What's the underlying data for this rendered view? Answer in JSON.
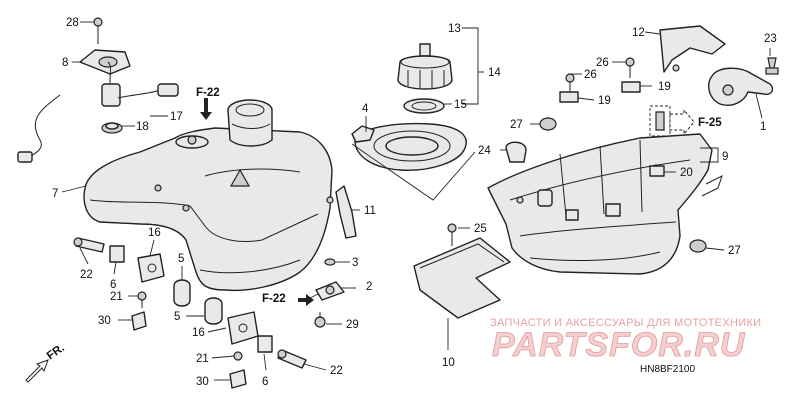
{
  "callouts": {
    "c28": "28",
    "c8": "8",
    "c18": "18",
    "c17": "17",
    "c7": "7",
    "c13": "13",
    "c14": "14",
    "c15": "15",
    "c4": "4",
    "c11": "11",
    "c12": "12",
    "c23": "23",
    "c26a": "26",
    "c26b": "26",
    "c19a": "19",
    "c19b": "19",
    "c1": "1",
    "c27a": "27",
    "c9": "9",
    "c24": "24",
    "c20": "20",
    "c25": "25",
    "c27b": "27",
    "c10": "10",
    "c22a": "22",
    "c6a": "6",
    "c16a": "16",
    "c21a": "21",
    "c30a": "30",
    "c5a": "5",
    "c3": "3",
    "c2": "2",
    "c29": "29",
    "c5b": "5",
    "c16b": "16",
    "c21b": "21",
    "c30b": "30",
    "c6b": "6",
    "c22b": "22"
  },
  "refs": {
    "f22_top": "F-22",
    "f22_bottom": "F-22",
    "f25": "F-25",
    "front": "FR."
  },
  "watermark": {
    "line1": "ЗАПЧАСТИ И АКСЕССУАРЫ ДЛЯ МОТОТЕХНИКИ",
    "brand": "PARTSFOR.RU"
  },
  "diagram_code": "HN8BF2100"
}
